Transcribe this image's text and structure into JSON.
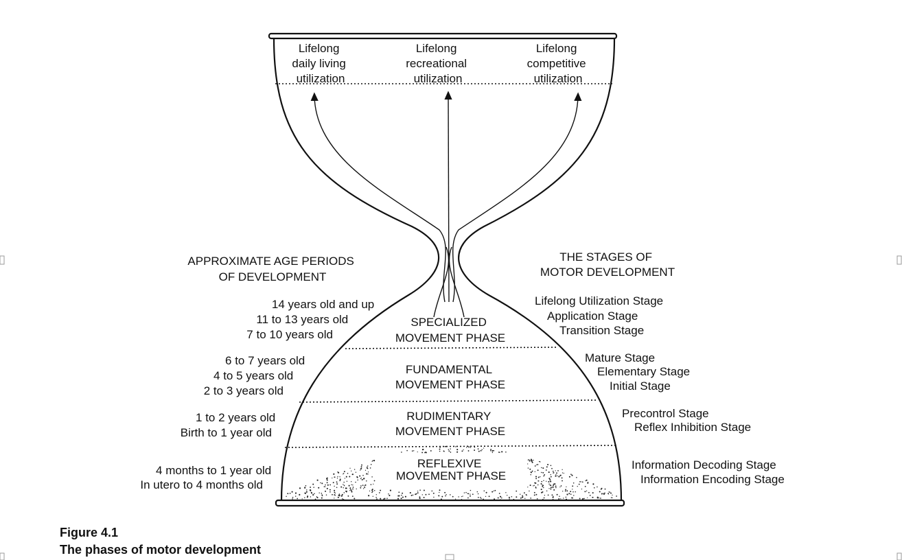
{
  "top_labels": [
    [
      "Lifelong",
      "daily living",
      "utilization"
    ],
    [
      "Lifelong",
      "recreational",
      "utilization"
    ],
    [
      "Lifelong",
      "competitive",
      "utilization"
    ]
  ],
  "left_header": [
    "APPROXIMATE AGE PERIODS",
    "OF DEVELOPMENT"
  ],
  "right_header": [
    "THE STAGES OF",
    "MOTOR DEVELOPMENT"
  ],
  "phases": {
    "specialized": [
      "SPECIALIZED",
      "MOVEMENT PHASE"
    ],
    "fundamental": [
      "FUNDAMENTAL",
      "MOVEMENT PHASE"
    ],
    "rudimentary": [
      "RUDIMENTARY",
      "MOVEMENT PHASE"
    ],
    "reflexive": [
      "REFLEXIVE",
      "MOVEMENT PHASE"
    ]
  },
  "ages": {
    "specialized": [
      "14 years old and up",
      "11 to 13 years old",
      "7 to 10 years old"
    ],
    "fundamental": [
      "6 to 7 years old",
      "4 to 5 years old",
      "2 to 3 years old"
    ],
    "rudimentary": [
      "1 to 2 years old",
      "Birth to 1 year old"
    ],
    "reflexive": [
      "4 months to 1 year old",
      "In utero to 4 months old"
    ]
  },
  "stages": {
    "specialized": [
      "Lifelong Utilization Stage",
      "Application Stage",
      "Transition Stage"
    ],
    "fundamental": [
      "Mature Stage",
      "Elementary Stage",
      "Initial Stage"
    ],
    "rudimentary": [
      "Precontrol Stage",
      "Reflex Inhibition Stage"
    ],
    "reflexive": [
      "Information Decoding Stage",
      "Information Encoding Stage"
    ]
  },
  "caption": {
    "number": "Figure 4.1",
    "text": "The phases of motor development"
  }
}
